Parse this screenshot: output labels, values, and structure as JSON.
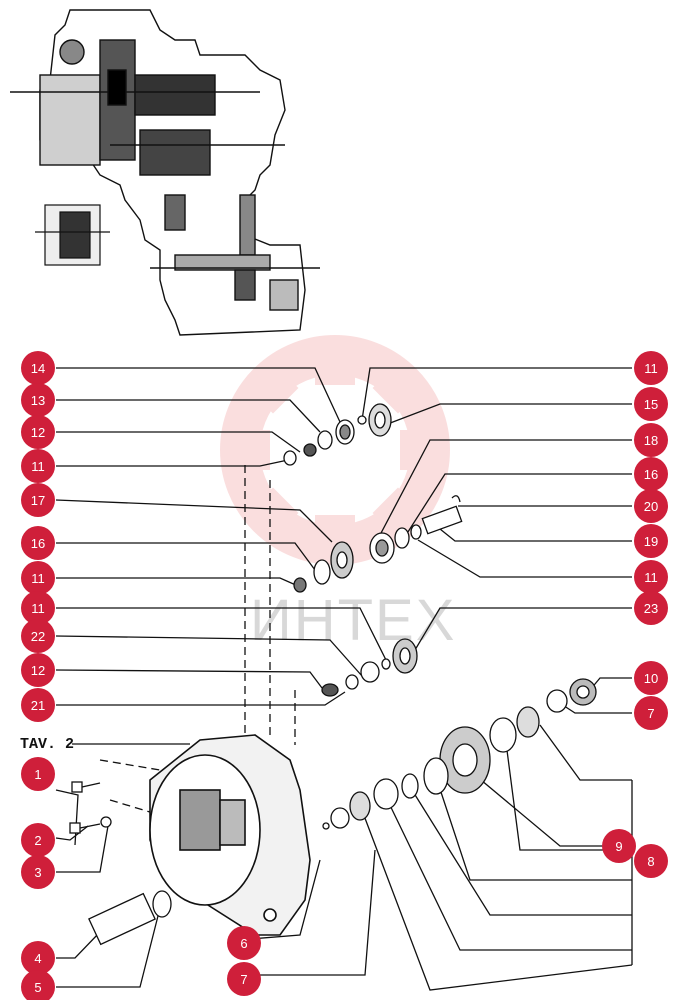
{
  "plate": "TAV. 2",
  "watermark": "ИНТЕХ",
  "colors": {
    "callout": "#cf1f3a",
    "callout_text": "#ffffff",
    "line": "#111111",
    "watermark_gear": "#f7c9c9"
  },
  "callouts": [
    {
      "id": "c-14-left",
      "label": "14"
    },
    {
      "id": "c-13-left",
      "label": "13"
    },
    {
      "id": "c-12-left-a",
      "label": "12"
    },
    {
      "id": "c-11-left-a",
      "label": "11"
    },
    {
      "id": "c-17-left",
      "label": "17"
    },
    {
      "id": "c-16-left",
      "label": "16"
    },
    {
      "id": "c-11-left-b",
      "label": "11"
    },
    {
      "id": "c-11-left-c",
      "label": "11"
    },
    {
      "id": "c-22-left",
      "label": "22"
    },
    {
      "id": "c-12-left-b",
      "label": "12"
    },
    {
      "id": "c-21-left",
      "label": "21"
    },
    {
      "id": "c-1",
      "label": "1"
    },
    {
      "id": "c-2",
      "label": "2"
    },
    {
      "id": "c-3",
      "label": "3"
    },
    {
      "id": "c-4",
      "label": "4"
    },
    {
      "id": "c-5",
      "label": "5"
    },
    {
      "id": "c-6",
      "label": "6"
    },
    {
      "id": "c-7-bottom",
      "label": "7"
    },
    {
      "id": "c-11-right-a",
      "label": "11"
    },
    {
      "id": "c-15",
      "label": "15"
    },
    {
      "id": "c-18",
      "label": "18"
    },
    {
      "id": "c-16-right",
      "label": "16"
    },
    {
      "id": "c-20",
      "label": "20"
    },
    {
      "id": "c-19",
      "label": "19"
    },
    {
      "id": "c-11-right-b",
      "label": "11"
    },
    {
      "id": "c-23",
      "label": "23"
    },
    {
      "id": "c-10",
      "label": "10"
    },
    {
      "id": "c-7-right",
      "label": "7"
    },
    {
      "id": "c-9",
      "label": "9"
    },
    {
      "id": "c-8",
      "label": "8"
    }
  ]
}
